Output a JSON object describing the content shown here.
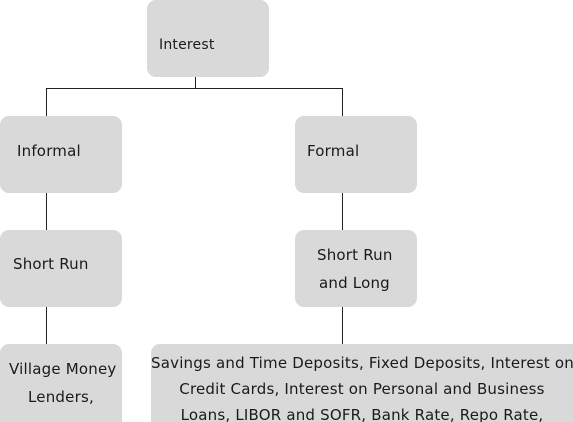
{
  "root": {
    "label": "Interest"
  },
  "informal": {
    "label": "Informal",
    "short_run": "Short Run",
    "leaf_lines": [
      "Village Money",
      "Lenders,"
    ]
  },
  "formal": {
    "label": "Formal",
    "short_long_lines": [
      "Short Run",
      "and Long"
    ],
    "leaf_lines": [
      "Savings and Time Deposits, Fixed Deposits, Interest on",
      "Credit Cards, Interest on Personal and Business",
      "Loans, LIBOR and SOFR, Bank Rate, Repo Rate,"
    ]
  }
}
